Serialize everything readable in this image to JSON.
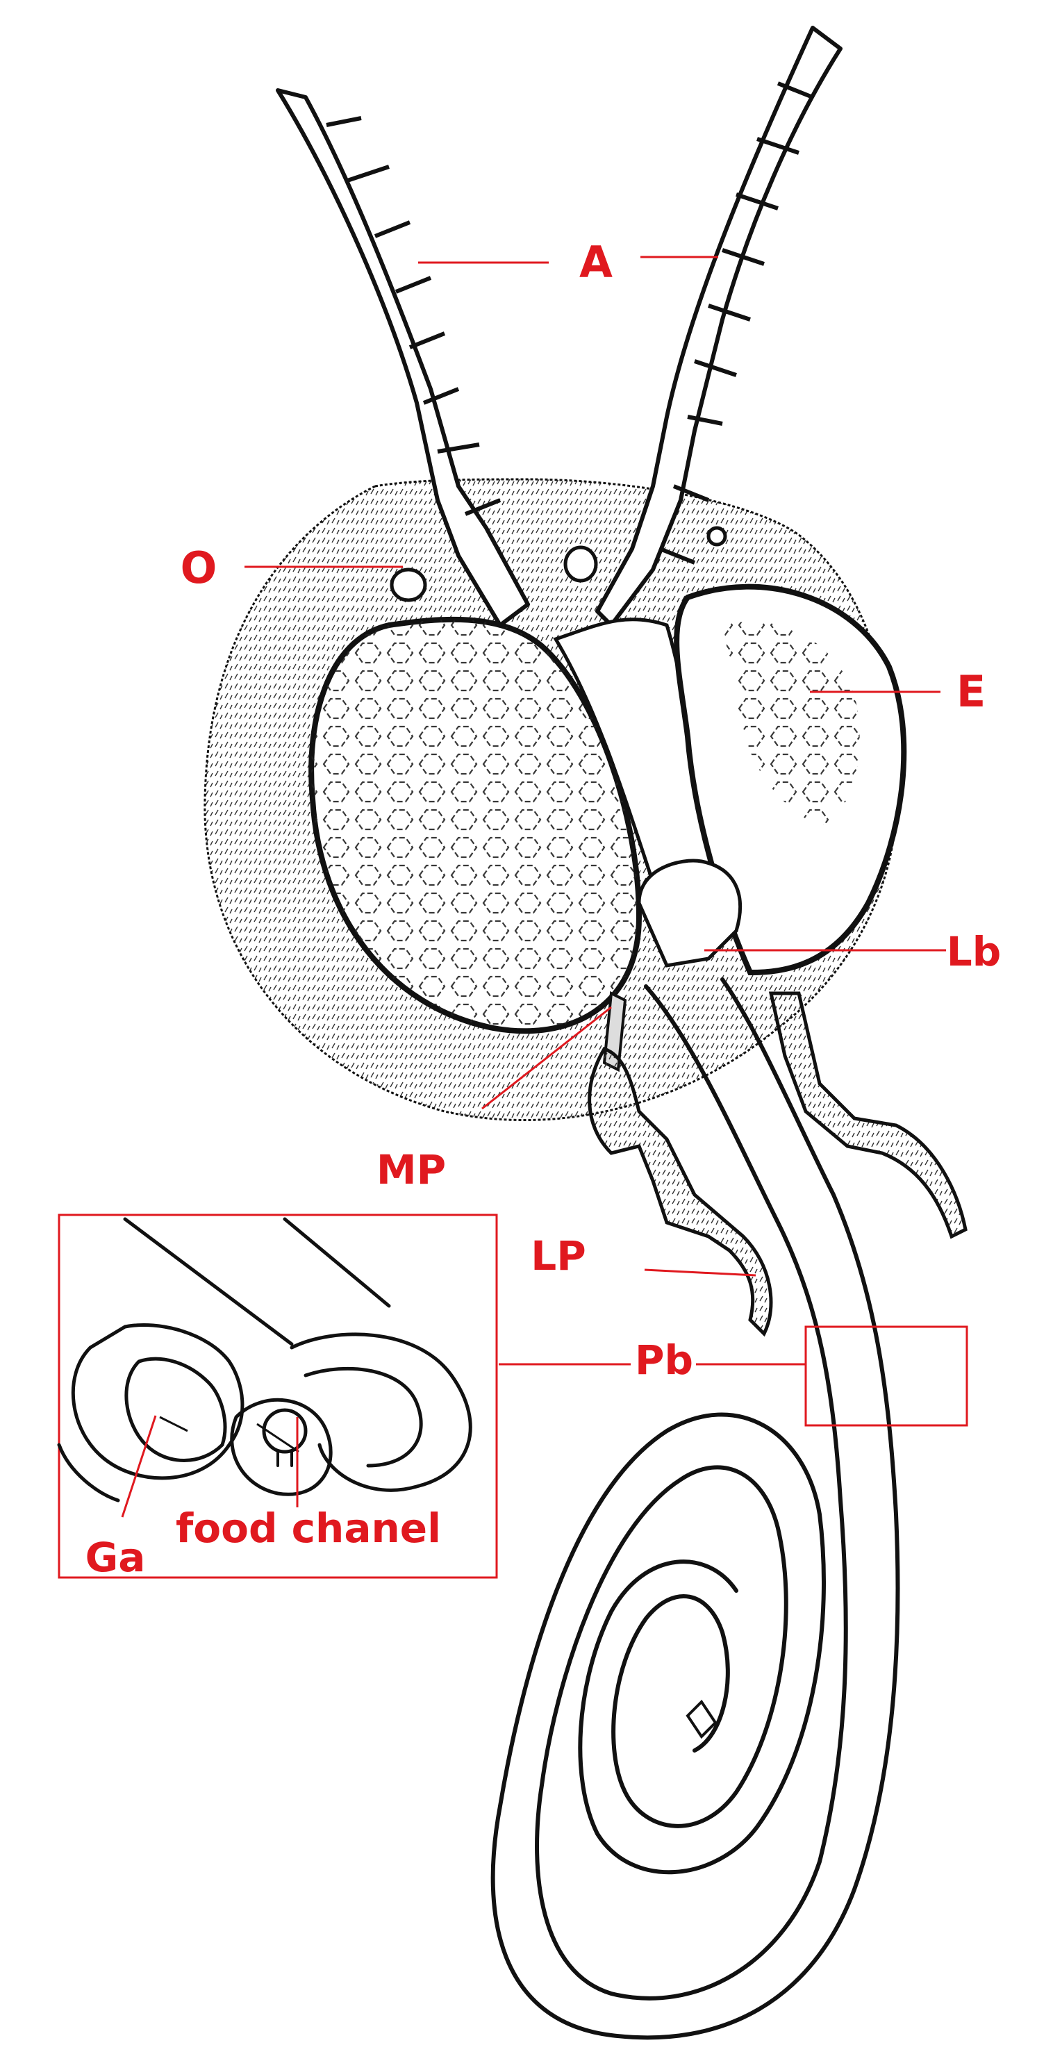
{
  "colors": {
    "label": "#e0191f",
    "ink": "#111111",
    "paper": "#ffffff"
  },
  "labels": {
    "antenna": "A",
    "ocellus": "O",
    "eye": "E",
    "labrum": "Lb",
    "maxillary_palp": "MP",
    "labial_palp": "LP",
    "proboscis": "Pb",
    "galea": "Ga",
    "food_channel": "food chanel"
  }
}
